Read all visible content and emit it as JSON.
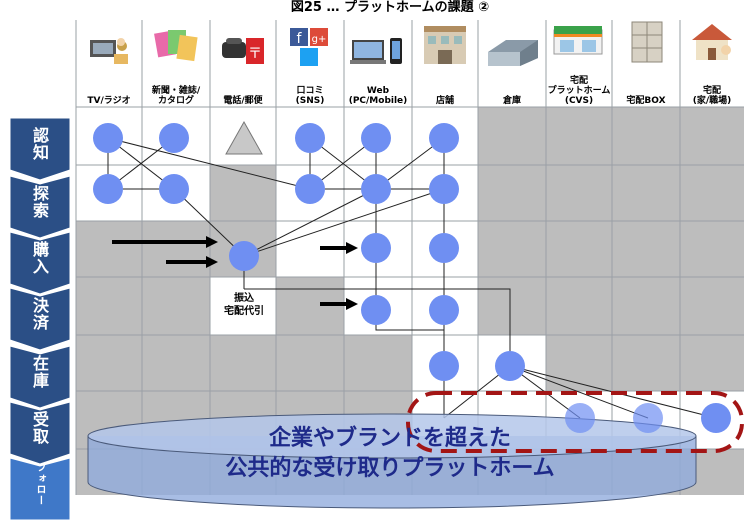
{
  "title": "図25 … プラットホームの課題 ②",
  "columns": [
    {
      "label": "TV/ラジオ",
      "icon": "tv-radio-icon"
    },
    {
      "label": "新聞・雑誌/\nカタログ",
      "icon": "magazine-icon"
    },
    {
      "label": "電話/郵便",
      "icon": "phone-mail-icon"
    },
    {
      "label": "口コミ\n(SNS)",
      "icon": "sns-icon"
    },
    {
      "label": "Web\n(PC/Mobile)",
      "icon": "pc-mobile-icon"
    },
    {
      "label": "店舗",
      "icon": "store-icon"
    },
    {
      "label": "倉庫",
      "icon": "warehouse-icon"
    },
    {
      "label": "宅配\nプラットホーム\n(CVS)",
      "icon": "convenience-store-icon"
    },
    {
      "label": "宅配BOX",
      "icon": "locker-icon"
    },
    {
      "label": "宅配\n(家/職場)",
      "icon": "home-delivery-icon"
    }
  ],
  "rows": [
    {
      "label": "認知"
    },
    {
      "label": "探索"
    },
    {
      "label": "購入"
    },
    {
      "label": "決済"
    },
    {
      "label": "在庫"
    },
    {
      "label": "受取"
    },
    {
      "label": "フォロー"
    }
  ],
  "note": "振込\n宅配代引",
  "platform": {
    "line1": "企業やブランドを超えた",
    "line2": "公共的な受け取りプラットホーム"
  },
  "colors": {
    "node": "#6f8ff2",
    "grey_cell": "#bdbdbd",
    "grid": "#9aa0a6",
    "row_label": "#2b4f86",
    "dashed": "#a31515",
    "text_blue": "#1e2a8a"
  }
}
